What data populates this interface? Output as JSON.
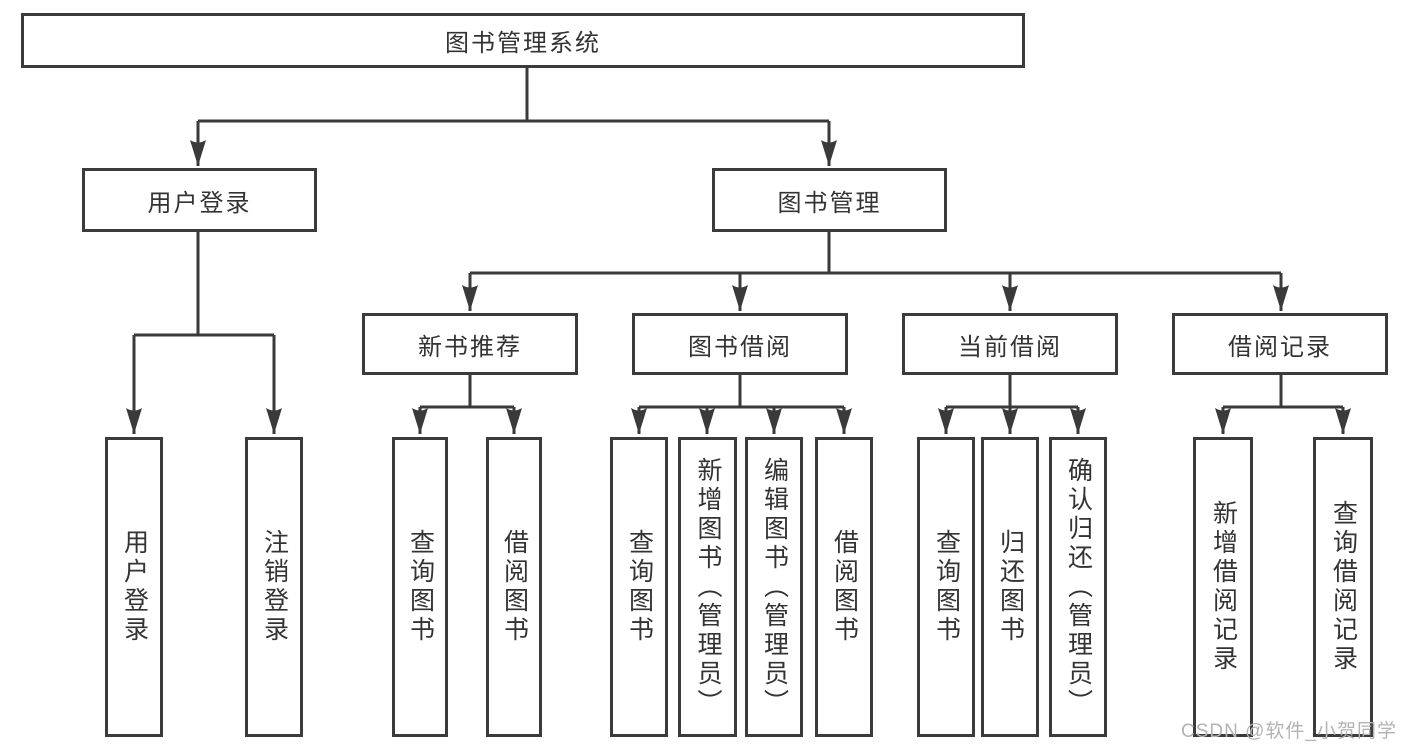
{
  "tree": {
    "root": "图书管理系统",
    "user_login": {
      "label": "用户登录",
      "children": [
        "用户登录",
        "注销登录"
      ]
    },
    "book_mgmt": {
      "label": "图书管理",
      "sections": {
        "new_books": {
          "label": "新书推荐",
          "children": [
            "查询图书",
            "借阅图书"
          ]
        },
        "borrow": {
          "label": "图书借阅",
          "children": [
            "查询图书",
            "新增图书（管理员）",
            "编辑图书（管理员）",
            "借阅图书"
          ]
        },
        "current": {
          "label": "当前借阅",
          "children": [
            "查询图书",
            "归还图书",
            "确认归还（管理员）"
          ]
        },
        "records": {
          "label": "借阅记录",
          "children": [
            "新增借阅记录",
            "查询借阅记录"
          ]
        }
      }
    }
  },
  "watermark": "CSDN @软件_小贺同学",
  "colors": {
    "line": "#3a3a3a",
    "text": "#333333",
    "watermark": "#b3b3b3"
  }
}
